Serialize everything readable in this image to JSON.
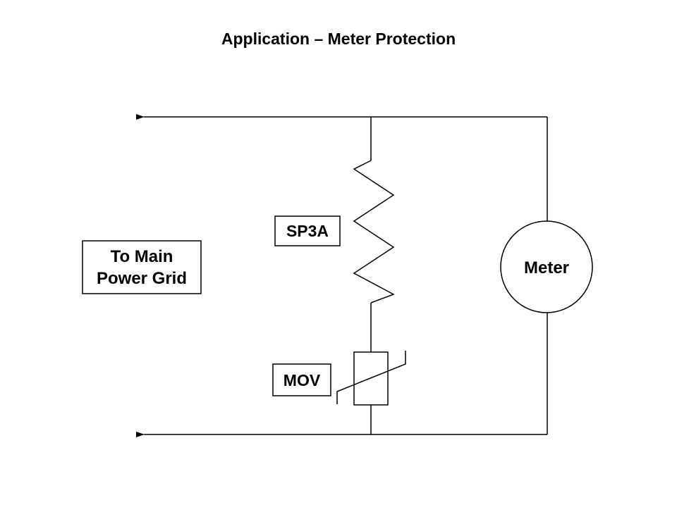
{
  "title": "Application – Meter Protection",
  "labels": {
    "grid_line1": "To Main",
    "grid_line2": "Power Grid",
    "resistor": "SP3A",
    "varistor": "MOV",
    "meter": "Meter"
  },
  "colors": {
    "line": "#000000",
    "background": "#ffffff"
  }
}
